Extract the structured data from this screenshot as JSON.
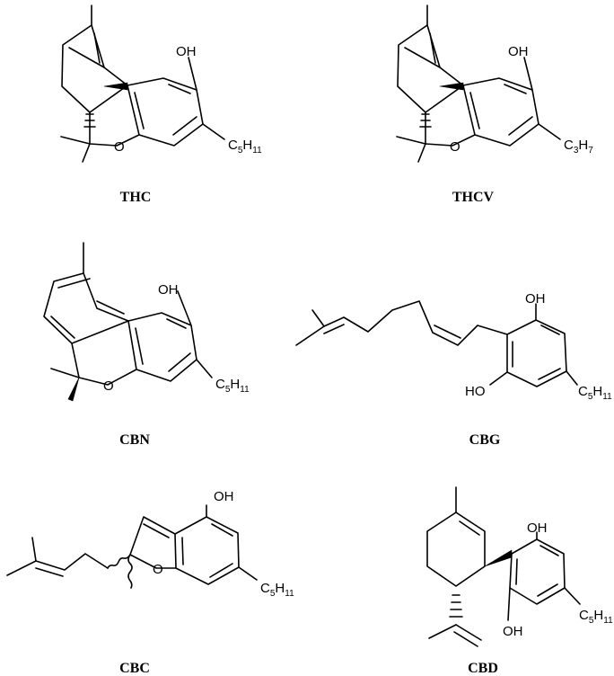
{
  "structures": [
    {
      "id": "thc",
      "name": "THC",
      "hydroxyl": "OH",
      "ring_oxygen": "O",
      "side_chain": {
        "base": "C",
        "n1": "5",
        "h": "H",
        "n2": "11"
      }
    },
    {
      "id": "thcv",
      "name": "THCV",
      "hydroxyl": "OH",
      "ring_oxygen": "O",
      "side_chain": {
        "base": "C",
        "n1": "3",
        "h": "H",
        "n2": "7"
      }
    },
    {
      "id": "cbn",
      "name": "CBN",
      "hydroxyl": "OH",
      "ring_oxygen": "O",
      "side_chain": {
        "base": "C",
        "n1": "5",
        "h": "H",
        "n2": "11"
      }
    },
    {
      "id": "cbg",
      "name": "CBG",
      "hydroxyl_top": "OH",
      "hydroxyl_bottom": "HO",
      "side_chain": {
        "base": "C",
        "n1": "5",
        "h": "H",
        "n2": "11"
      }
    },
    {
      "id": "cbc",
      "name": "CBC",
      "hydroxyl": "OH",
      "ring_oxygen": "O",
      "side_chain": {
        "base": "C",
        "n1": "5",
        "h": "H",
        "n2": "11"
      }
    },
    {
      "id": "cbd",
      "name": "CBD",
      "hydroxyl_top": "OH",
      "hydroxyl_bottom": "OH",
      "side_chain": {
        "base": "C",
        "n1": "5",
        "h": "H",
        "n2": "11"
      }
    }
  ]
}
